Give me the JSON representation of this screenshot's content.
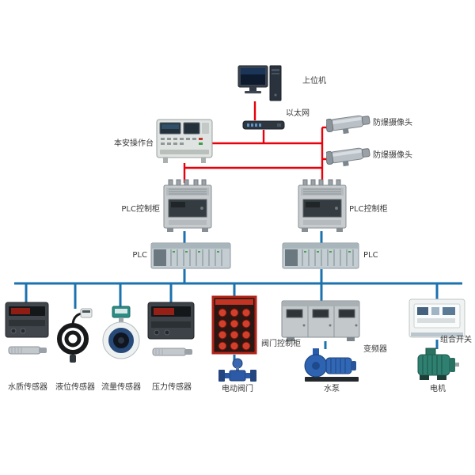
{
  "diagram": {
    "type": "system-architecture",
    "nodes": {
      "host_computer": {
        "label": "上位机"
      },
      "ethernet": {
        "label": "以太网"
      },
      "console": {
        "label": "本安操作台"
      },
      "camera_top": {
        "label": "防爆摄像头"
      },
      "camera_bottom": {
        "label": "防爆摄像头"
      },
      "plc_cabinet_left": {
        "label": "PLC控制柜"
      },
      "plc_cabinet_right": {
        "label": "PLC控制柜"
      },
      "plc_left": {
        "label": "PLC"
      },
      "plc_right": {
        "label": "PLC"
      },
      "water_quality_sensor": {
        "label": "水质传感器"
      },
      "level_sensor": {
        "label": "液位传感器"
      },
      "flow_sensor": {
        "label": "流量传感器"
      },
      "pressure_sensor": {
        "label": "压力传感器"
      },
      "valve_control_cabinet": {
        "label": "阀门控制柜"
      },
      "electric_valve": {
        "label": "电动阀门"
      },
      "water_pump": {
        "label": "水泵"
      },
      "inverter": {
        "label": "变频器"
      },
      "motor": {
        "label": "电机"
      },
      "combination_switch": {
        "label": "组合开关"
      }
    },
    "colors": {
      "ethernet_line": "#e8000a",
      "bus_line": "#1b72ae",
      "label_text": "#3a3a3a",
      "background": "#ffffff"
    },
    "edges": [
      {
        "from": "host_computer",
        "to": "ethernet",
        "type": "ethernet"
      },
      {
        "from": "ethernet",
        "to": "console",
        "type": "ethernet"
      },
      {
        "from": "ethernet",
        "to": "camera_top",
        "type": "ethernet"
      },
      {
        "from": "ethernet",
        "to": "camera_bottom",
        "type": "ethernet"
      },
      {
        "from": "console",
        "to": "plc_cabinet_left",
        "type": "ethernet"
      },
      {
        "from": "console",
        "to": "plc_cabinet_right",
        "type": "ethernet"
      },
      {
        "from": "plc_cabinet_left",
        "to": "plc_left",
        "type": "bus"
      },
      {
        "from": "plc_cabinet_right",
        "to": "plc_right",
        "type": "bus"
      },
      {
        "from": "plc_left",
        "to": "field_bus",
        "type": "bus"
      },
      {
        "from": "plc_right",
        "to": "field_bus",
        "type": "bus"
      },
      {
        "from": "field_bus",
        "to": "water_quality_sensor",
        "type": "bus"
      },
      {
        "from": "field_bus",
        "to": "level_sensor",
        "type": "bus"
      },
      {
        "from": "field_bus",
        "to": "flow_sensor",
        "type": "bus"
      },
      {
        "from": "field_bus",
        "to": "pressure_sensor",
        "type": "bus"
      },
      {
        "from": "field_bus",
        "to": "valve_control_cabinet",
        "type": "bus"
      },
      {
        "from": "field_bus",
        "to": "inverter",
        "type": "bus"
      },
      {
        "from": "field_bus",
        "to": "combination_switch",
        "type": "bus"
      },
      {
        "from": "valve_control_cabinet",
        "to": "electric_valve",
        "type": "bus"
      },
      {
        "from": "inverter",
        "to": "water_pump",
        "type": "bus"
      },
      {
        "from": "combination_switch",
        "to": "motor",
        "type": "bus"
      }
    ]
  }
}
